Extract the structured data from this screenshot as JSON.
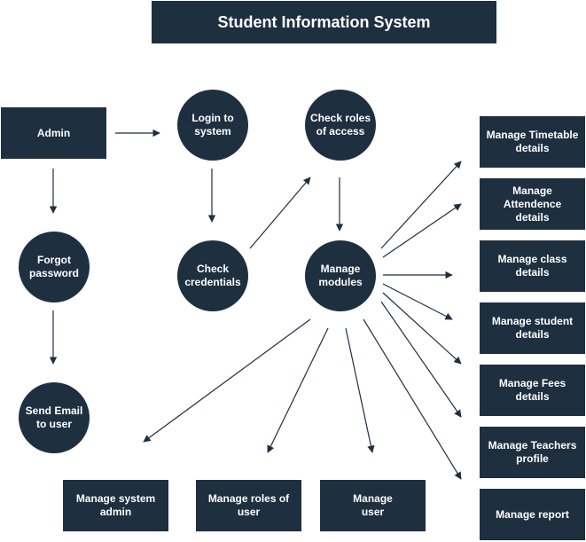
{
  "title": "Student Information System",
  "colors": {
    "node_fill": "#1e2f40",
    "text": "#ffffff",
    "arrow": "#1e2f40",
    "background": "#ffffff"
  },
  "nodes": {
    "admin": "Admin",
    "login": "Login to\nsystem",
    "check_roles": "Check roles\nof access",
    "forgot_password": "Forgot\npassword",
    "check_credentials": "Check\ncredentials",
    "manage_modules": "Manage\nmodules",
    "send_email": "Send Email\nto user",
    "manage_timetable": "Manage Timetable\ndetails",
    "manage_attendance": "Manage Attendence\ndetails",
    "manage_class": "Manage class\ndetails",
    "manage_student": "Manage student\ndetails",
    "manage_fees": "Manage Fees\ndetails",
    "manage_teachers": "Manage Teachers\nprofile",
    "manage_report": "Manage report",
    "manage_system_admin": "Manage system\nadmin",
    "manage_roles": "Manage roles of\nuser",
    "manage_user": "Manage\nuser"
  }
}
